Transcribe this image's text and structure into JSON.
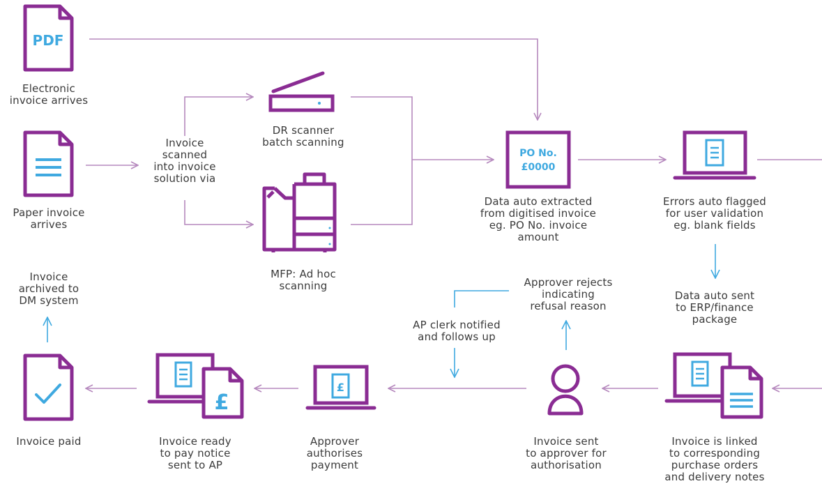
{
  "colors": {
    "purple": "#8a2c93",
    "light_purple": "#b588bd",
    "blue": "#3fa9e0",
    "text": "#3a3a3a"
  },
  "icons": {
    "pdf_text": "PDF",
    "po_line1": "PO No.",
    "po_line2": "£0000",
    "pound": "£"
  },
  "labels": {
    "electronic_invoice": "Electronic\ninvoice arrives",
    "paper_invoice": "Paper invoice\narrives",
    "scanned_via": "Invoice\nscanned\ninto invoice\nsolution via",
    "dr_scanner": "DR scanner\nbatch scanning",
    "mfp": "MFP: Ad hoc\nscanning",
    "data_extracted": "Data auto extracted\nfrom digitised invoice\neg. PO No. invoice amount",
    "errors_flagged": "Errors auto flagged\nfor user validation\neg. blank fields",
    "data_sent_erp": "Data auto sent\nto ERP/finance\npackage",
    "invoice_linked": "Invoice is linked\nto corresponding\npurchase orders\nand delivery notes",
    "sent_to_approver": "Invoice sent\nto approver for\nauthorisation",
    "approver_rejects": "Approver rejects\nindicating\nrefusal reason",
    "ap_clerk": "AP clerk notified\nand follows up",
    "approver_authorises": "Approver\nauthorises\npayment",
    "ready_to_pay": "Invoice ready\nto pay notice\nsent to AP",
    "invoice_paid": "Invoice paid",
    "invoice_archived": "Invoice\narchived to\nDM system"
  }
}
